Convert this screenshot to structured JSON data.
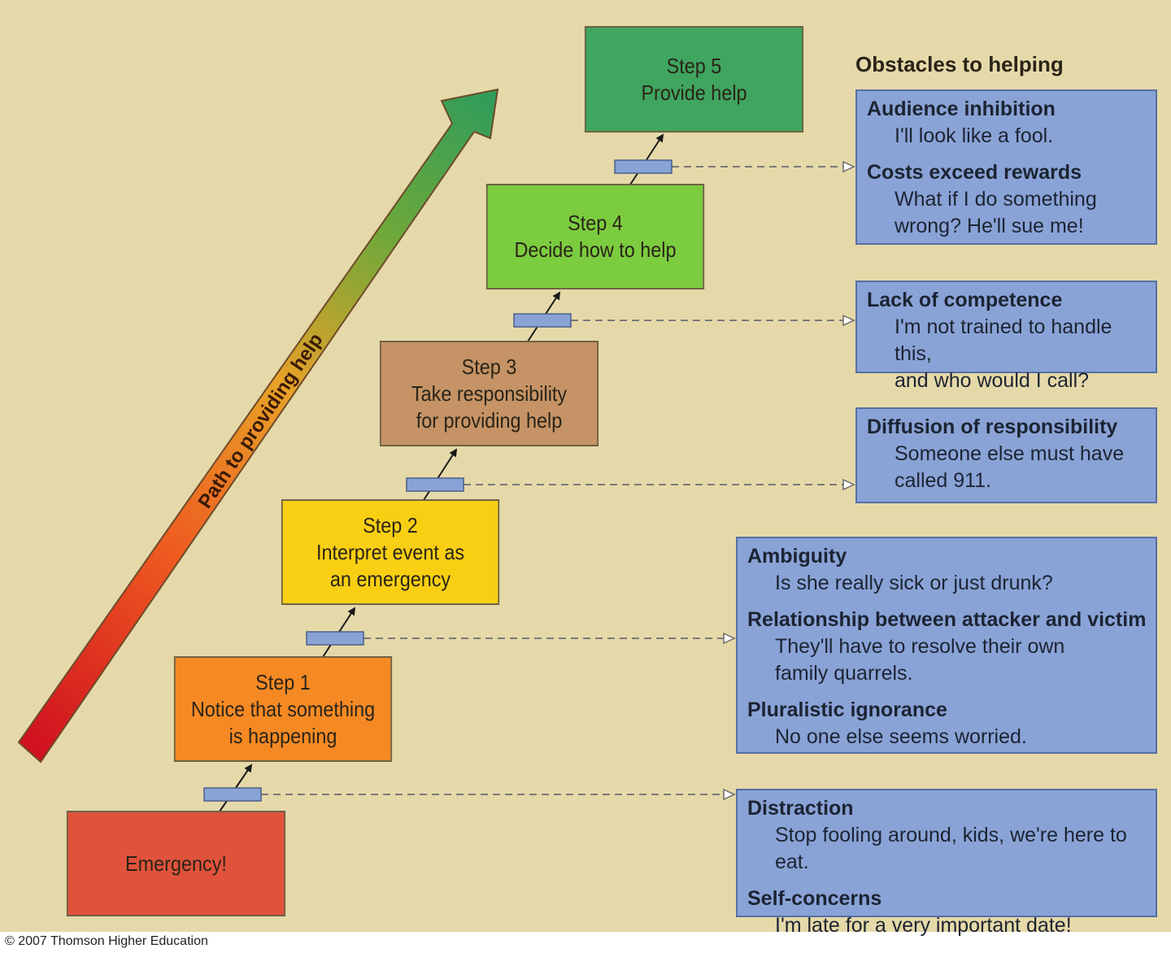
{
  "path_label": "Path to providing help",
  "obstacles_title": "Obstacles to helping",
  "steps": [
    {
      "lines": [
        "Emergency!"
      ],
      "color": "#e0523b"
    },
    {
      "lines": [
        "Step 1",
        "Notice that something",
        "is happening"
      ],
      "color": "#f58a24"
    },
    {
      "lines": [
        "Step 2",
        "Interpret event as",
        "an emergency"
      ],
      "color": "#f9cf13"
    },
    {
      "lines": [
        "Step 3",
        "Take responsibility",
        "for providing help"
      ],
      "color": "#c59365"
    },
    {
      "lines": [
        "Step 4",
        "Decide how to help"
      ],
      "color": "#7ccc3f"
    },
    {
      "lines": [
        "Step 5",
        "Provide help"
      ],
      "color": "#3fa55f"
    }
  ],
  "obstacles": [
    {
      "items": [
        {
          "head": "Distraction",
          "text": "Stop fooling around, kids, we're here to eat."
        },
        {
          "head": "Self-concerns",
          "text": "I'm late for a very important date!"
        }
      ]
    },
    {
      "items": [
        {
          "head": "Ambiguity",
          "text": "Is she really sick or just drunk?"
        },
        {
          "head": "Relationship between attacker and victim",
          "text": "They'll  have to resolve their own\nfamily quarrels."
        },
        {
          "head": "Pluralistic ignorance",
          "text": "No one else seems worried."
        }
      ]
    },
    {
      "items": [
        {
          "head": "Diffusion of responsibility",
          "text": "Someone else must have\ncalled 911."
        }
      ]
    },
    {
      "items": [
        {
          "head": "Lack of competence",
          "text": "I'm not trained to handle this,\nand who would I call?"
        }
      ]
    },
    {
      "items": [
        {
          "head": "Audience inhibition",
          "text": "I'll look like a fool."
        },
        {
          "head": "Costs exceed rewards",
          "text": "What if I do something\nwrong? He'll sue me!"
        }
      ]
    }
  ],
  "colors": {
    "background": "#e6d9a9",
    "obstacle_fill": "#8aa3d6",
    "gate_fill": "#8aa3d6",
    "arrow_gradient": [
      "#d01020",
      "#ee5a20",
      "#e8a128",
      "#6ea83a",
      "#2e9c5a"
    ]
  },
  "credit": "© 2007 Thomson Higher Education"
}
